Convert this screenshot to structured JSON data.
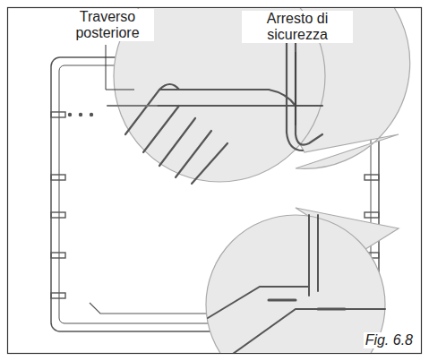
{
  "diagram": {
    "caption": "Fig. 6.8",
    "labels": [
      "Traverso posteriore",
      "Arresto di sicurezza"
    ]
  }
}
